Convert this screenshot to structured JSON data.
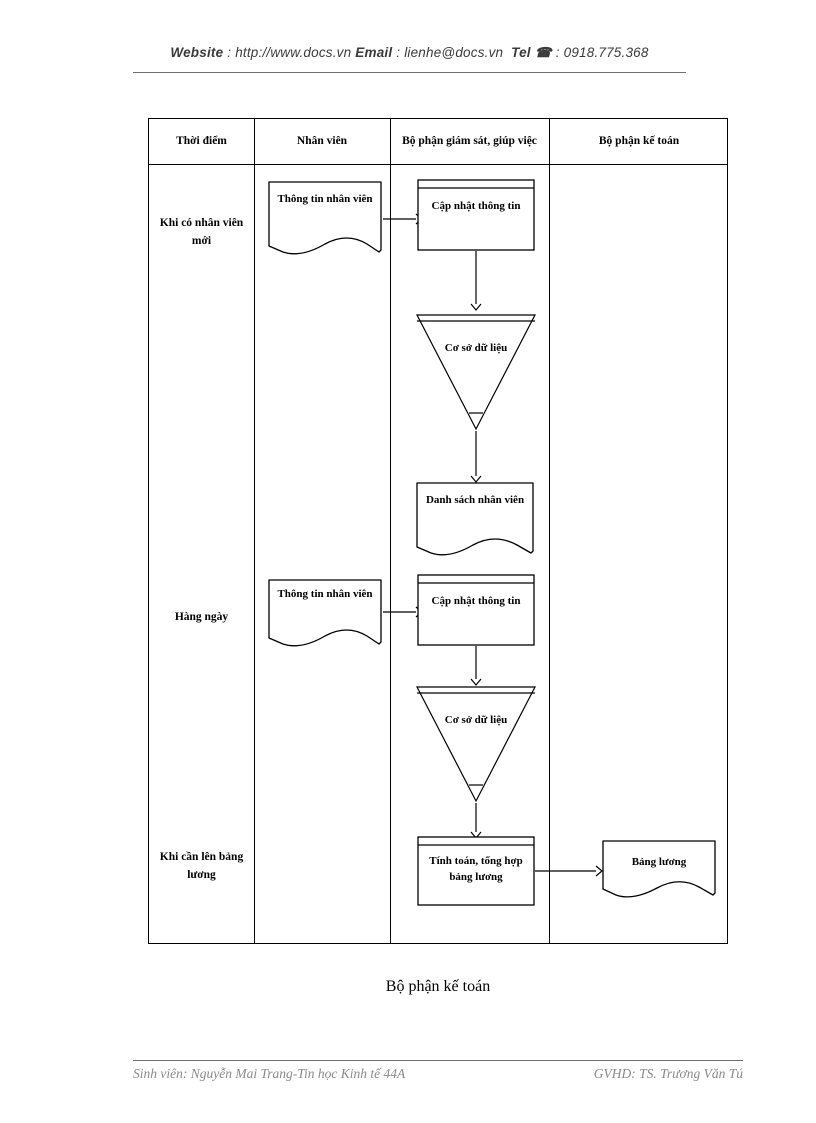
{
  "header": {
    "website_label": "Website",
    "website_sep": " : ",
    "website_value": "http://www.docs.vn",
    "email_label": "Email",
    "email_sep": "  : ",
    "email_value": "lienhe@docs.vn",
    "tel_label": "Tel",
    "tel_icon": "telephone-icon",
    "tel_sep": " : ",
    "tel_value": "0918.775.368"
  },
  "table": {
    "columns": [
      {
        "label": "Thời điểm"
      },
      {
        "label": "Nhân viên"
      },
      {
        "label": "Bộ phận giám sát, giúp việc"
      },
      {
        "label": "Bộ phận kế toán"
      }
    ],
    "time_labels": [
      "Khi có nhân viên mới",
      "Hàng ngày",
      "Khi cần lên bảng lương"
    ]
  },
  "nodes": {
    "doc_employee_info_1": "Thông tin nhân viên",
    "process_update_1": "Cập nhật thông tin",
    "db_1": "Cơ sở dữ liệu",
    "doc_employee_list": "Danh sách nhân viên",
    "doc_employee_info_2": "Thông tin nhân viên",
    "process_update_2": "Cập nhật thông tin",
    "db_2": "Cơ sở dữ liệu",
    "process_payroll": "Tính toán, tổng hợp bảng lương",
    "doc_payroll": "Bảng lương"
  },
  "caption": "Bộ phận kế toán",
  "footer": {
    "left": "Sinh viên: Nguyễn Mai Trang-Tin học Kinh tế 44A",
    "right": "GVHD: TS. Trương Văn Tú"
  },
  "colors": {
    "ink": "#000000",
    "header_text": "#3b3b3b",
    "footer_text": "#8a8a8a",
    "rule": "#6f6f6f"
  }
}
